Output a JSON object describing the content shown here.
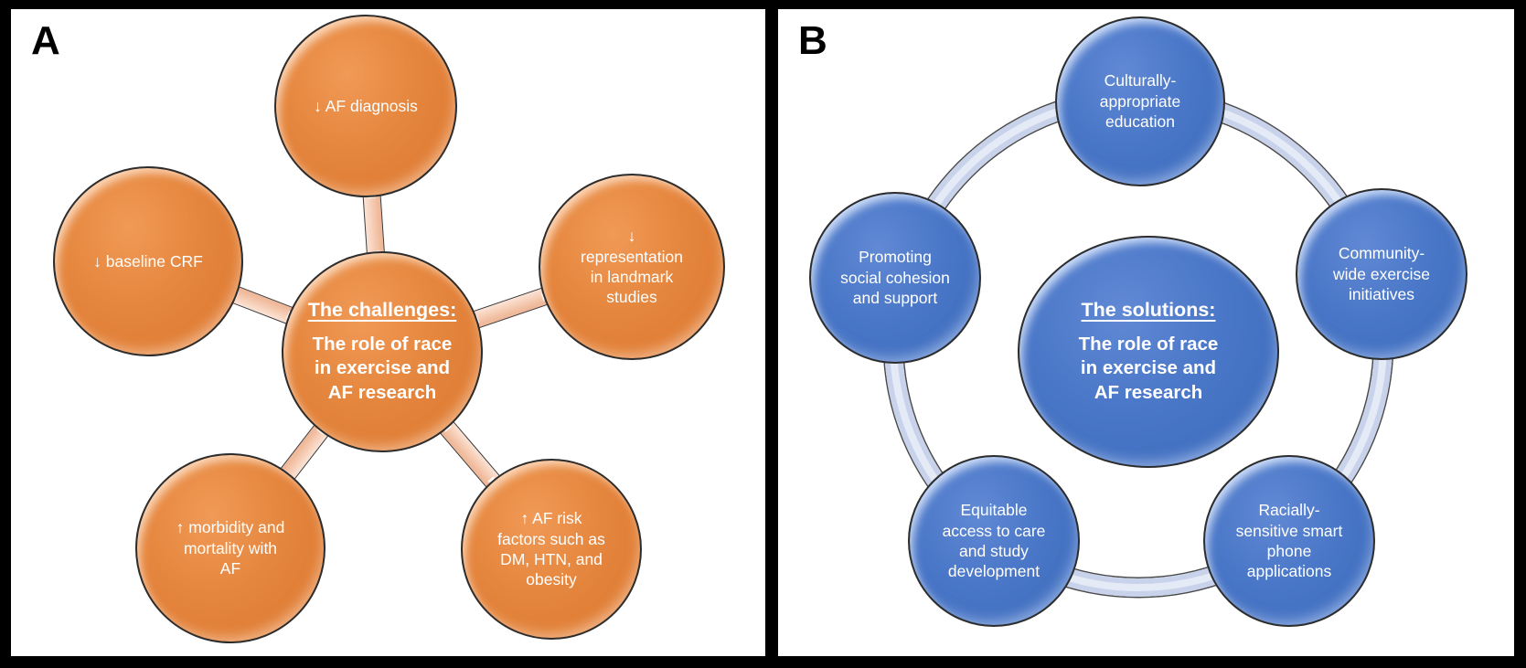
{
  "figure": {
    "panel_a": {
      "label": "A",
      "hub": {
        "heading": "The challenges:",
        "body": "The role of race\nin exercise and\nAF research"
      },
      "nodes": {
        "top": "↓ AF diagnosis",
        "left": "↓ baseline CRF",
        "right": "↓\nrepresentation\nin landmark\nstudies",
        "bottom_left": "↑ morbidity and\nmortality with\nAF",
        "bottom_right": "↑ AF risk\nfactors such as\nDM, HTN, and\nobesity"
      }
    },
    "panel_b": {
      "label": "B",
      "hub": {
        "heading": "The solutions:",
        "body": "The role of race\nin exercise and\nAF research"
      },
      "nodes": {
        "top": "Culturally-\nappropriate\neducation",
        "left": "Promoting\nsocial cohesion\nand support",
        "right": "Community-\nwide exercise\ninitiatives",
        "bottom_left": "Equitable\naccess to care\nand study\ndevelopment",
        "bottom_right": "Racially-\nsensitive smart\nphone\napplications"
      }
    },
    "colors": {
      "challenge_fill": "#E2813C",
      "challenge_connector": "#F4C6AB",
      "solution_fill": "#4472C4",
      "solution_ring": "#C8D2EA",
      "text": "#FFFFFF",
      "background": "#000000"
    }
  }
}
